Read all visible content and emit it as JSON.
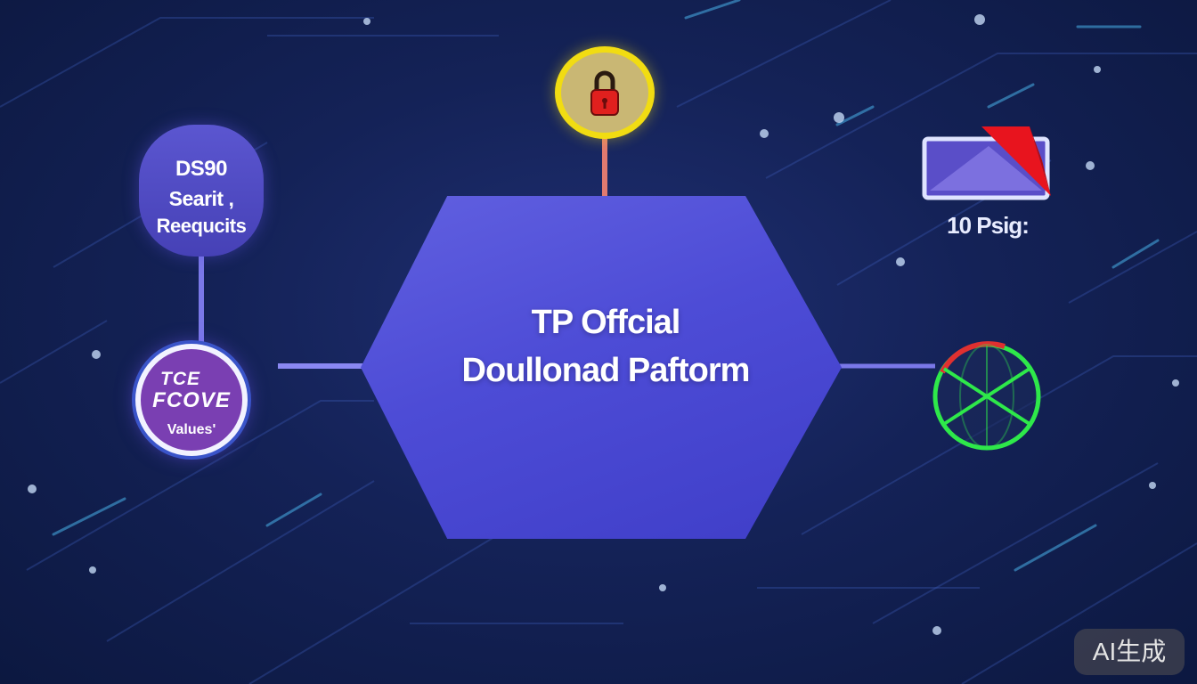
{
  "center_node": {
    "title_line1": "TP Offcial",
    "title_line2": "Doullonad Paftorm"
  },
  "search_node": {
    "line1": "DS90",
    "line2": "Searit ,",
    "line3": "Reequcits"
  },
  "values_node": {
    "line1": "TCE",
    "line2": "FCOVE",
    "line3": "Values'"
  },
  "lock_node": {
    "icon": "padlock-icon"
  },
  "window_node": {
    "icon": "window-icon",
    "label": "10 Psig:"
  },
  "globe_node": {
    "icon": "globe-icon"
  },
  "colors": {
    "background": "#142257",
    "hexagon": "#4d4cd6",
    "lock_ring": "#f1dc12",
    "lock_body": "#e0201e",
    "globe_green": "#2ee84a",
    "globe_red": "#e03030",
    "window_red": "#e8141e"
  },
  "badge": {
    "text": "AI生成"
  }
}
